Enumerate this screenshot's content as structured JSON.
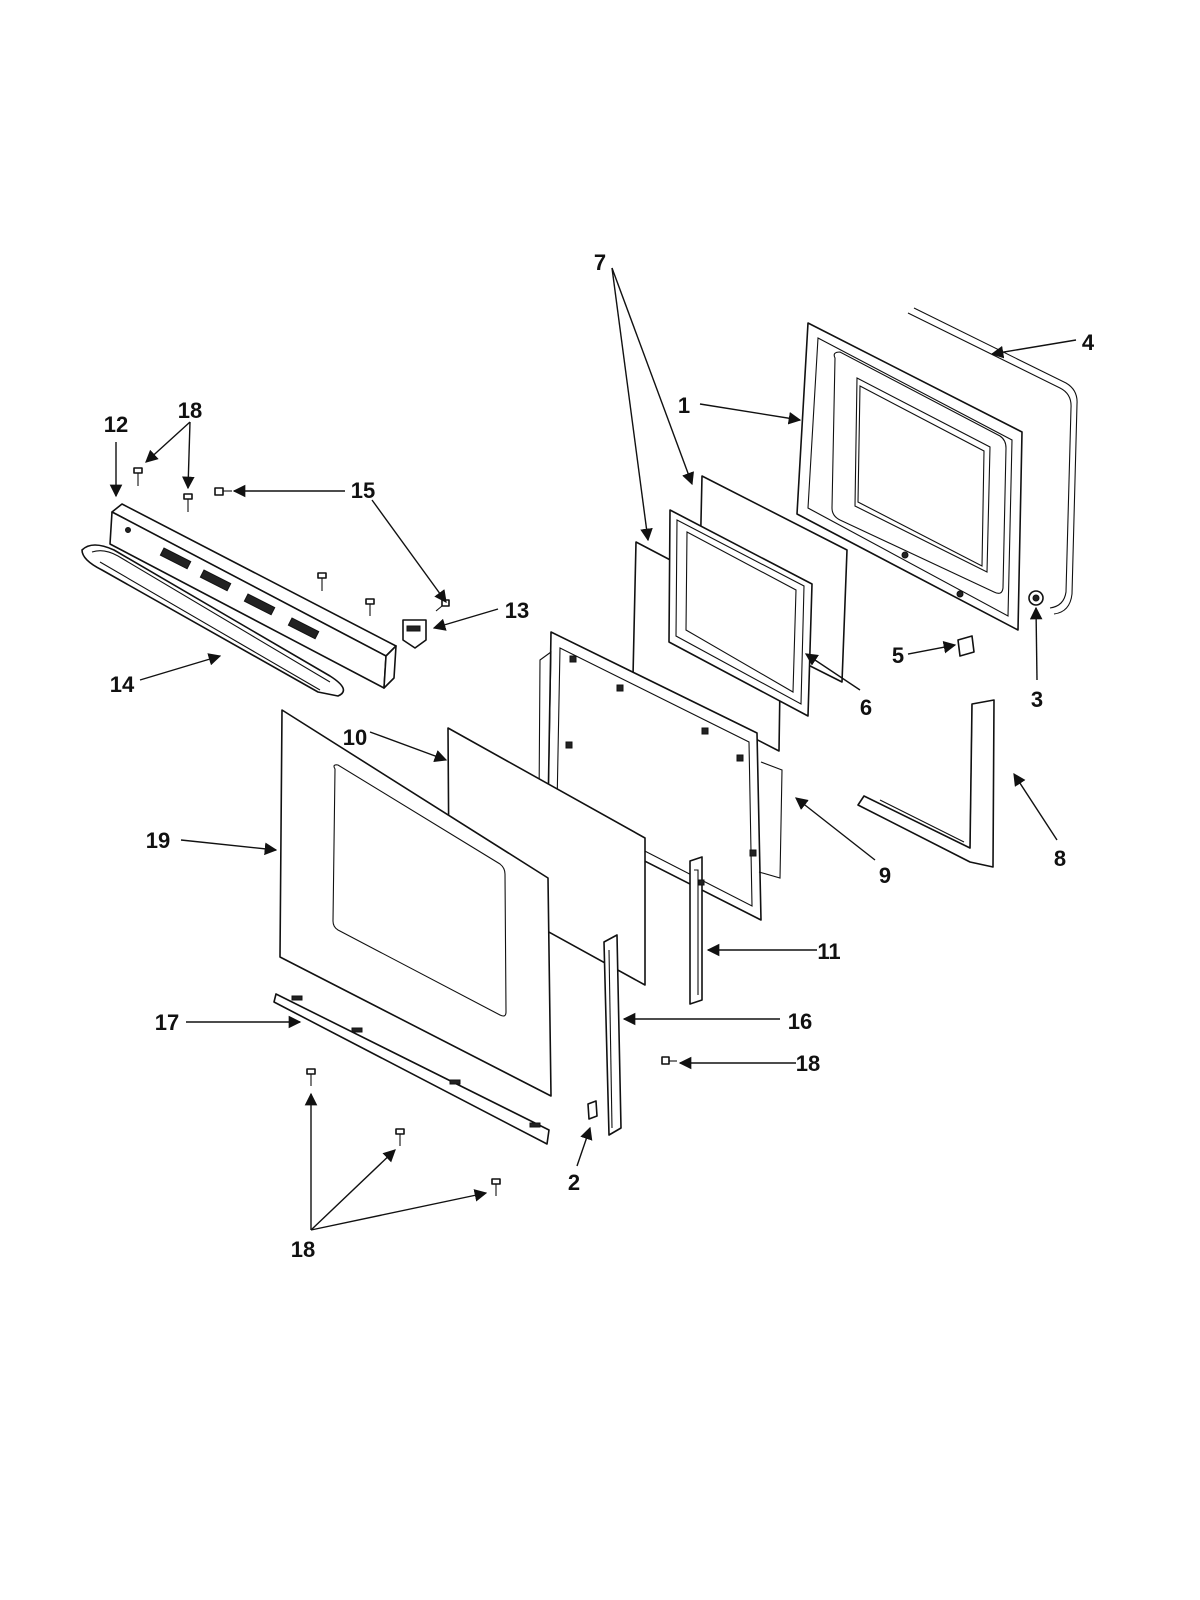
{
  "callouts": {
    "c1": "1",
    "c2": "2",
    "c3": "3",
    "c4": "4",
    "c5": "5",
    "c6": "6",
    "c7": "7",
    "c8": "8",
    "c9": "9",
    "c10": "10",
    "c11": "11",
    "c12": "12",
    "c13": "13",
    "c14": "14",
    "c15": "15",
    "c16": "16",
    "c17": "17",
    "c18_top": "18",
    "c18_mid": "18",
    "c18_bottom": "18",
    "c19": "19"
  }
}
